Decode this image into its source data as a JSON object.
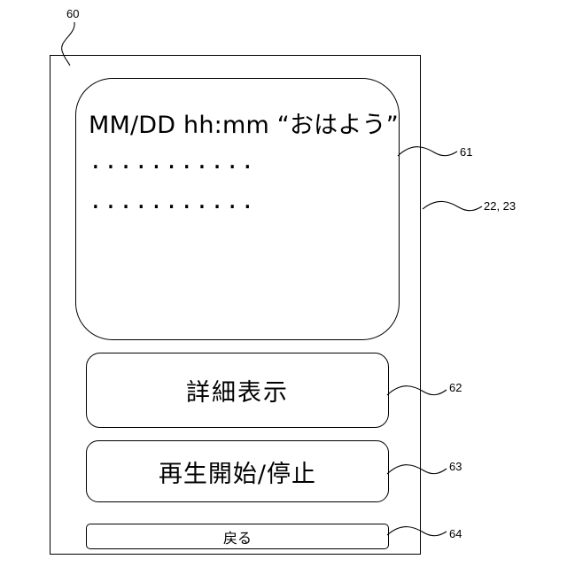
{
  "figure": {
    "ref_device_screen": "60",
    "ref_message_area": "61",
    "ref_detail_button": "62",
    "ref_playback_button": "63",
    "ref_back_button": "64",
    "ref_device_body": "22, 23"
  },
  "message_area": {
    "header": "MM/DD hh:mm “おはよう”",
    "line2": "...........",
    "line3": "..........."
  },
  "buttons": {
    "detail_label": "詳細表示",
    "playback_label": "再生開始/停止",
    "back_label": "戻る"
  }
}
